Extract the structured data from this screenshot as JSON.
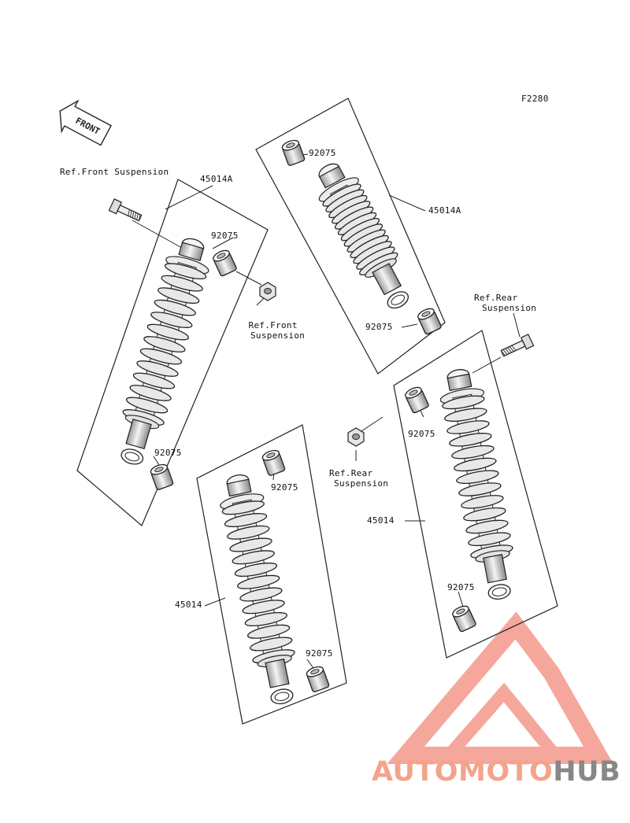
{
  "figure_code": "F2280",
  "front_arrow_label": "FRONT",
  "labels": {
    "ref_front_suspension_top": "Ref.Front Suspension",
    "ref_front_suspension_mid_line1": "Ref.Front",
    "ref_front_suspension_mid_line2": "Suspension",
    "ref_rear_suspension_right_line1": "Ref.Rear",
    "ref_rear_suspension_right_line2": "Suspension",
    "ref_rear_suspension_mid_line1": "Ref.Rear",
    "ref_rear_suspension_mid_line2": "Suspension"
  },
  "assemblies": [
    {
      "part_number": "45014A",
      "bushings": [
        "92075",
        "92075"
      ]
    },
    {
      "part_number": "45014A",
      "bushings": [
        "92075",
        "92075"
      ]
    },
    {
      "part_number": "45014",
      "bushings": [
        "92075",
        "92075"
      ]
    },
    {
      "part_number": "45014",
      "bushings": [
        "92075",
        "92075"
      ]
    }
  ],
  "watermark": {
    "part1": "AUTOMOTO",
    "part2": "HUB",
    "color_primary": "#f2a48a",
    "color_secondary": "#888888"
  },
  "colors": {
    "line": "#222222",
    "spring_fill": "#e8e8e8",
    "watermark_logo": "#f05a4a"
  }
}
